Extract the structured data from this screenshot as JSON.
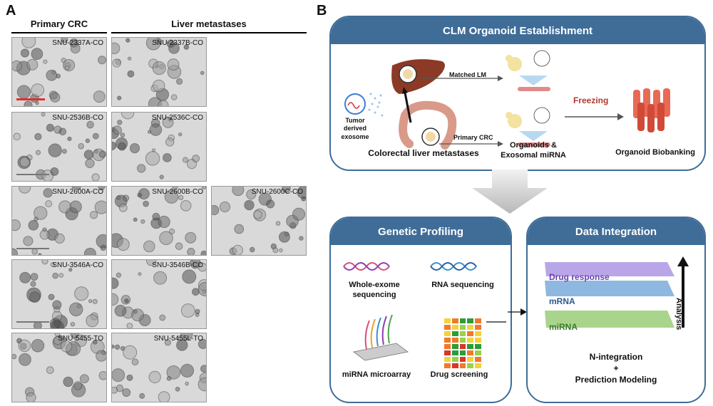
{
  "panel_a": {
    "letter": "A",
    "col_primary": "Primary CRC",
    "col_liver": "Liver metastases",
    "tiles": [
      {
        "label": "SNU-2337A-CO"
      },
      {
        "label": "SNU-2337B-CO"
      },
      {
        "label": "SNU-2536B-CO"
      },
      {
        "label": "SNU-2536C-CO"
      },
      {
        "label": "SNU-2600A-CO"
      },
      {
        "label": "SNU-2600B-CO"
      },
      {
        "label": "SNU-2600C-CO"
      },
      {
        "label": "SNU-3546A-CO"
      },
      {
        "label": "SNU-3546B-CO"
      },
      {
        "label": "SNU-5455-TO"
      },
      {
        "label": "SNU-5455L-TO"
      }
    ]
  },
  "panel_b": {
    "letter": "B",
    "establishment": {
      "title": "CLM Organoid Establishment",
      "tumor_exosome": "Tumor\nderived\nexosome",
      "matched_lm": "Matched LM",
      "primary_crc": "Primary CRC",
      "freezing": "Freezing",
      "colorectal": "Colorectal liver metastases",
      "organoids": "Organoids &\nExosomal miRNA",
      "biobanking": "Organoid Biobanking"
    },
    "profiling": {
      "title": "Genetic Profiling",
      "wes": "Whole-exome\nsequencing",
      "rnaseq": "RNA sequencing",
      "mirna_array": "miRNA microarray",
      "drug_screening": "Drug screening"
    },
    "integration": {
      "title": "Data Integration",
      "drug_response": "Drug response",
      "mrna": "mRNA",
      "mirna": "miRNA",
      "analysis": "Analysis",
      "n_integration": "N-integration",
      "plus": "+",
      "prediction": "Prediction Modeling"
    }
  },
  "colors": {
    "box_blue": "#3f6d98",
    "layer_purple": "#b9a6e8",
    "layer_blue": "#8fb8e0",
    "layer_green": "#a9d48c",
    "freezing_red": "#b03a2e"
  }
}
